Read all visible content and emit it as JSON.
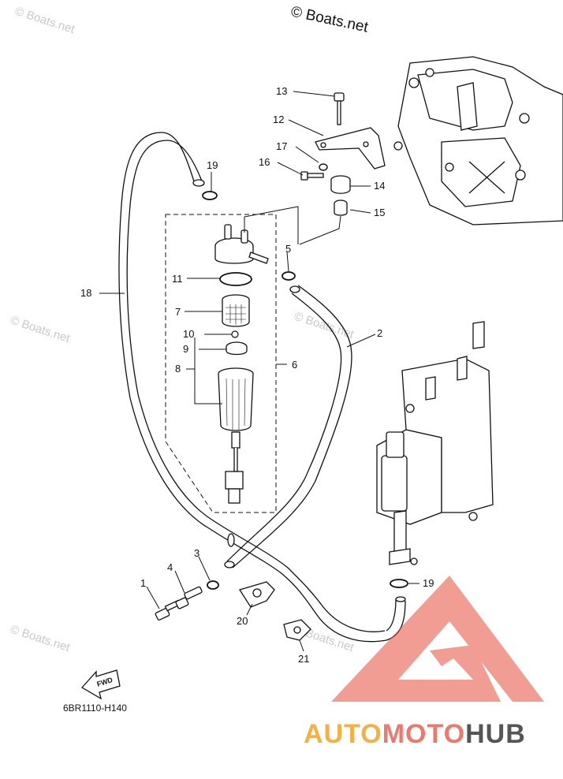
{
  "copyright": "© Boats.net",
  "watermarks": [
    "© Boats.net",
    "© Boats.net",
    "© Boats.net",
    "© Boats.net",
    "© Boats.net"
  ],
  "diagram_code": "6BR1110-H140",
  "fwd_label": "FWD",
  "brand": {
    "part1": "AUTO",
    "part2": "MOTO",
    "part3": "HUB",
    "color1": "#f5b041",
    "color2": "#e74c3c",
    "color3": "#555555"
  },
  "callouts": [
    "1",
    "2",
    "3",
    "4",
    "5",
    "6",
    "7",
    "8",
    "9",
    "10",
    "11",
    "12",
    "13",
    "14",
    "15",
    "16",
    "17",
    "18",
    "19",
    "19",
    "20",
    "21"
  ]
}
